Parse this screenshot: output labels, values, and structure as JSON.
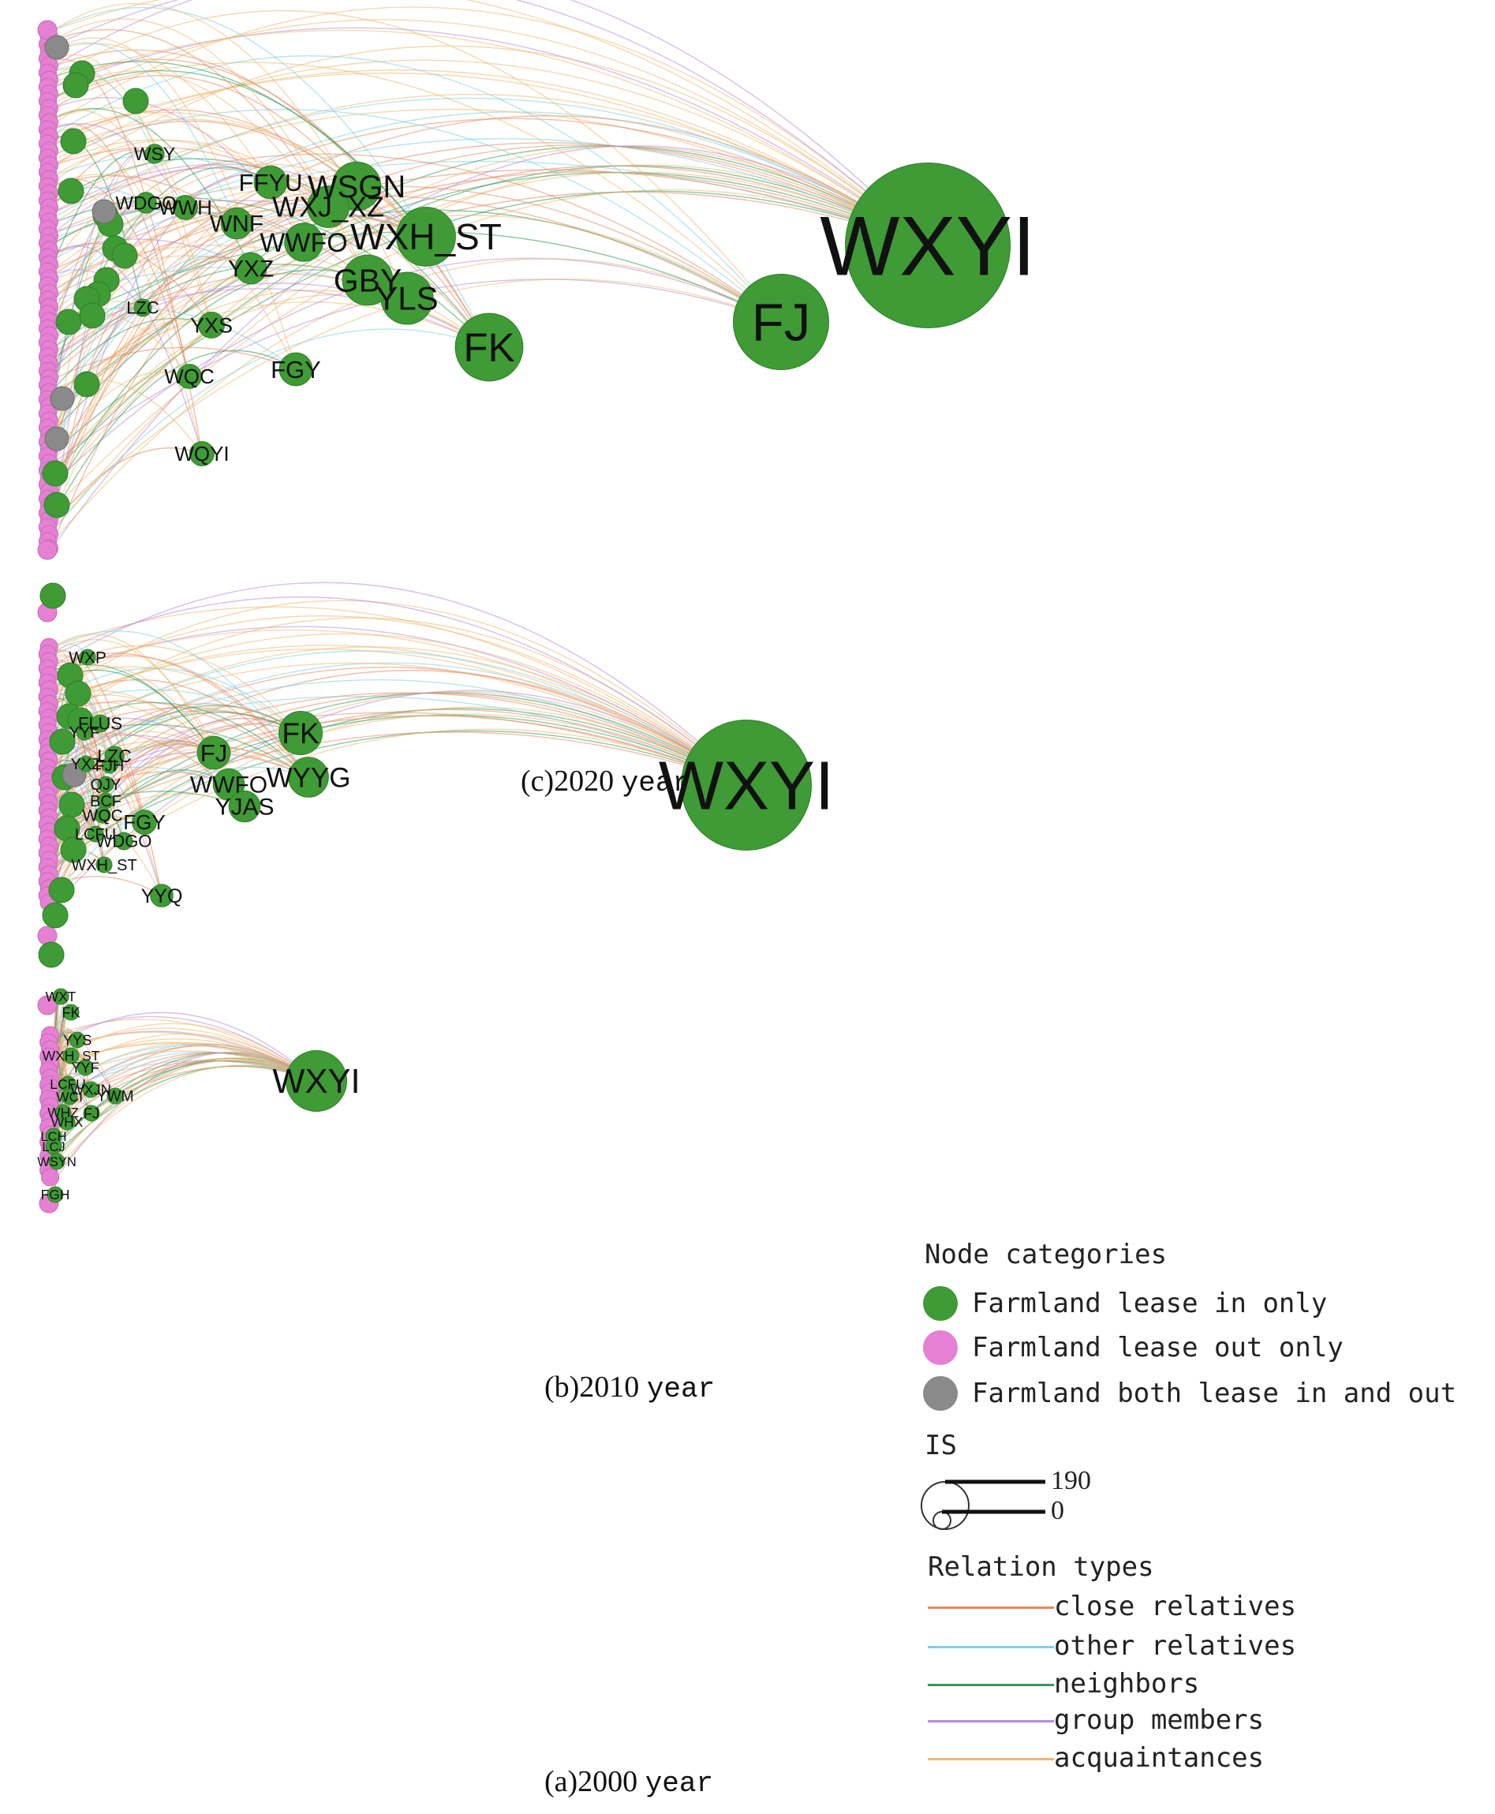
{
  "colors": {
    "lease_in": "#3f9b35",
    "lease_out": "#e580d3",
    "both": "#8a8a8a",
    "close_relatives": "#e8895e",
    "other_relatives": "#7cd2e8",
    "neighbors": "#2f9a5a",
    "group_members": "#b78ae0",
    "acquaintances": "#f0b870"
  },
  "panels": [
    {
      "id": "c",
      "caption": "(c)2020",
      "caption_unit": "year",
      "nodes": [
        {
          "label": "WXYI",
          "cat": "in",
          "size": 190
        },
        {
          "label": "FJ",
          "cat": "in",
          "size": 110
        },
        {
          "label": "FK",
          "cat": "in",
          "size": 78
        },
        {
          "label": "WXH_ST",
          "cat": "in",
          "size": 68
        },
        {
          "label": "YLS",
          "cat": "in",
          "size": 60
        },
        {
          "label": "GBY",
          "cat": "in",
          "size": 58
        },
        {
          "label": "WSGN",
          "cat": "in",
          "size": 56
        },
        {
          "label": "WXJ_XZ",
          "cat": "in",
          "size": 48
        },
        {
          "label": "WWFO",
          "cat": "in",
          "size": 44
        },
        {
          "label": "FFYU",
          "cat": "in",
          "size": 38
        },
        {
          "label": "WNF",
          "cat": "in",
          "size": 36
        },
        {
          "label": "YXZ",
          "cat": "in",
          "size": 36
        },
        {
          "label": "FGY",
          "cat": "in",
          "size": 38
        },
        {
          "label": "YXS",
          "cat": "in",
          "size": 30
        },
        {
          "label": "WQC",
          "cat": "in",
          "size": 28
        },
        {
          "label": "WQYI",
          "cat": "in",
          "size": 28
        },
        {
          "label": "WWH",
          "cat": "in",
          "size": 28
        },
        {
          "label": "WDGO",
          "cat": "in",
          "size": 24
        },
        {
          "label": "WSY",
          "cat": "in",
          "size": 22
        },
        {
          "label": "LZC",
          "cat": "in",
          "size": 20
        }
      ]
    },
    {
      "id": "b",
      "caption": "(b)2010",
      "caption_unit": "year",
      "nodes": [
        {
          "label": "WXYI",
          "cat": "in",
          "size": 150
        },
        {
          "label": "FK",
          "cat": "in",
          "size": 50
        },
        {
          "label": "WYYG",
          "cat": "in",
          "size": 46
        },
        {
          "label": "FJ",
          "cat": "in",
          "size": 38
        },
        {
          "label": "WWFO",
          "cat": "in",
          "size": 36
        },
        {
          "label": "YJAS",
          "cat": "in",
          "size": 36
        },
        {
          "label": "FGY",
          "cat": "in",
          "size": 28
        },
        {
          "label": "YYQ",
          "cat": "in",
          "size": 26
        },
        {
          "label": "LZC",
          "cat": "in",
          "size": 22
        },
        {
          "label": "FLUS",
          "cat": "in",
          "size": 20
        },
        {
          "label": "WXP",
          "cat": "in",
          "size": 18
        },
        {
          "label": "YYF",
          "cat": "in",
          "size": 16
        },
        {
          "label": "YXZ",
          "cat": "in",
          "size": 16
        },
        {
          "label": "FJH",
          "cat": "in",
          "size": 16
        },
        {
          "label": "QJY",
          "cat": "in",
          "size": 16
        },
        {
          "label": "BCF",
          "cat": "in",
          "size": 16
        },
        {
          "label": "WQC",
          "cat": "in",
          "size": 18
        },
        {
          "label": "LCFU",
          "cat": "in",
          "size": 16
        },
        {
          "label": "WDGO",
          "cat": "in",
          "size": 20
        },
        {
          "label": "WXH_ST",
          "cat": "in",
          "size": 16
        }
      ]
    },
    {
      "id": "a",
      "caption": "(a)2000",
      "caption_unit": "year",
      "nodes": [
        {
          "label": "WXYI",
          "cat": "in",
          "size": 70
        },
        {
          "label": "FK",
          "cat": "in",
          "size": 14
        },
        {
          "label": "WXT",
          "cat": "in",
          "size": 12
        },
        {
          "label": "YYS",
          "cat": "in",
          "size": 14
        },
        {
          "label": "WXH_ST",
          "cat": "in",
          "size": 12
        },
        {
          "label": "YYF",
          "cat": "in",
          "size": 14
        },
        {
          "label": "LCFU",
          "cat": "in",
          "size": 12
        },
        {
          "label": "WXJN",
          "cat": "in",
          "size": 14
        },
        {
          "label": "YWM",
          "cat": "in",
          "size": 16
        },
        {
          "label": "WCI",
          "cat": "in",
          "size": 12
        },
        {
          "label": "FJ",
          "cat": "in",
          "size": 14
        },
        {
          "label": "WHZ",
          "cat": "in",
          "size": 12
        },
        {
          "label": "WHX",
          "cat": "in",
          "size": 12
        },
        {
          "label": "LCH",
          "cat": "in",
          "size": 10
        },
        {
          "label": "LCJ",
          "cat": "in",
          "size": 10
        },
        {
          "label": "WSYN",
          "cat": "in",
          "size": 10
        },
        {
          "label": "FGH",
          "cat": "in",
          "size": 12
        }
      ]
    }
  ],
  "legend": {
    "node_title": "Node categories",
    "node_items": [
      {
        "label": "Farmland lease in only",
        "color_key": "lease_in"
      },
      {
        "label": "Farmland lease out only",
        "color_key": "lease_out"
      },
      {
        "label": "Farmland both lease in and out",
        "color_key": "both"
      }
    ],
    "is_title": "IS",
    "is_max": "190",
    "is_min": "0",
    "relation_title": "Relation types",
    "relation_items": [
      {
        "label": "close relatives",
        "color_key": "close_relatives"
      },
      {
        "label": "other relatives",
        "color_key": "other_relatives"
      },
      {
        "label": "neighbors",
        "color_key": "neighbors"
      },
      {
        "label": "group members",
        "color_key": "group_members"
      },
      {
        "label": "acquaintances",
        "color_key": "acquaintances"
      }
    ]
  }
}
